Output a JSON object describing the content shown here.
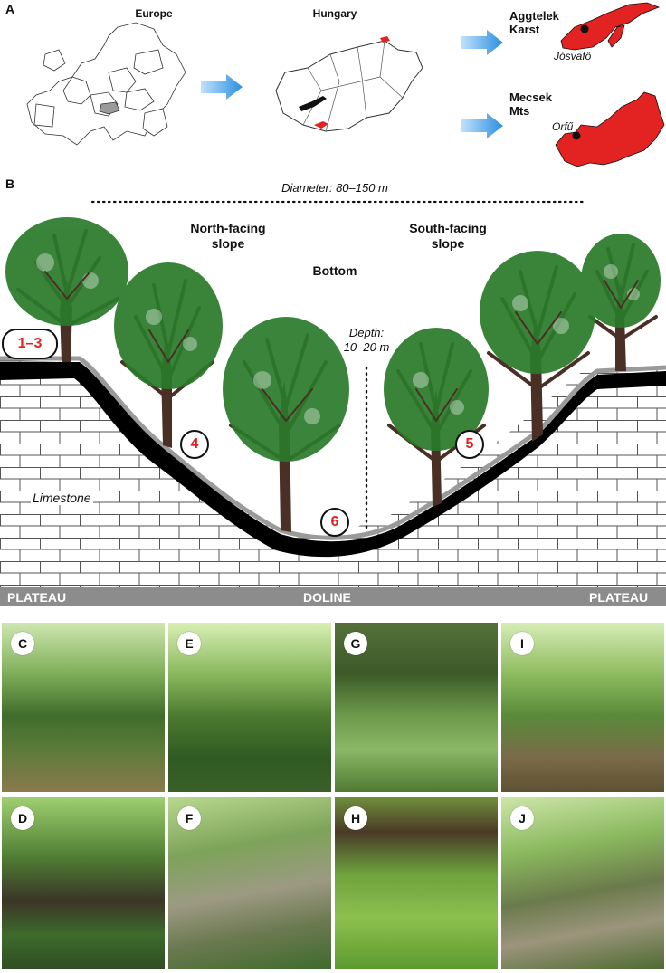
{
  "panel_a": {
    "letter": "A",
    "maps": {
      "europe": "Europe",
      "hungary": "Hungary",
      "aggtelek": {
        "name": "Aggtelek\nKarst",
        "village": "Jósvafő"
      },
      "mecsek": {
        "name": "Mecsek\nMts",
        "village": "Orfű"
      }
    }
  },
  "panel_b": {
    "letter": "B",
    "diameter": "Diameter: 80–150 m",
    "north_slope": "North-facing\nslope",
    "south_slope": "South-facing\nslope",
    "bottom": "Bottom",
    "depth": "Depth:\n10–20 m",
    "limestone": "Limestone",
    "ground": {
      "left": "PLATEAU",
      "center": "DOLINE",
      "right": "PLATEAU"
    },
    "positions": [
      {
        "label": "1–3",
        "zone": "plateau"
      },
      {
        "label": "4",
        "zone": "north-facing slope"
      },
      {
        "label": "5",
        "zone": "south-facing slope"
      },
      {
        "label": "6",
        "zone": "bottom"
      }
    ]
  },
  "photos": [
    {
      "letter": "C"
    },
    {
      "letter": "D"
    },
    {
      "letter": "E"
    },
    {
      "letter": "F"
    },
    {
      "letter": "G"
    },
    {
      "letter": "H"
    },
    {
      "letter": "I"
    },
    {
      "letter": "J"
    }
  ],
  "colors": {
    "region_red": "#e32222",
    "arrow_blue": "#3aa0ec",
    "tree_trunk": "#4a2f24",
    "leaf_green": "#2a7a2a",
    "soil": "#000000",
    "ground_bar": "#8c8c8c"
  }
}
